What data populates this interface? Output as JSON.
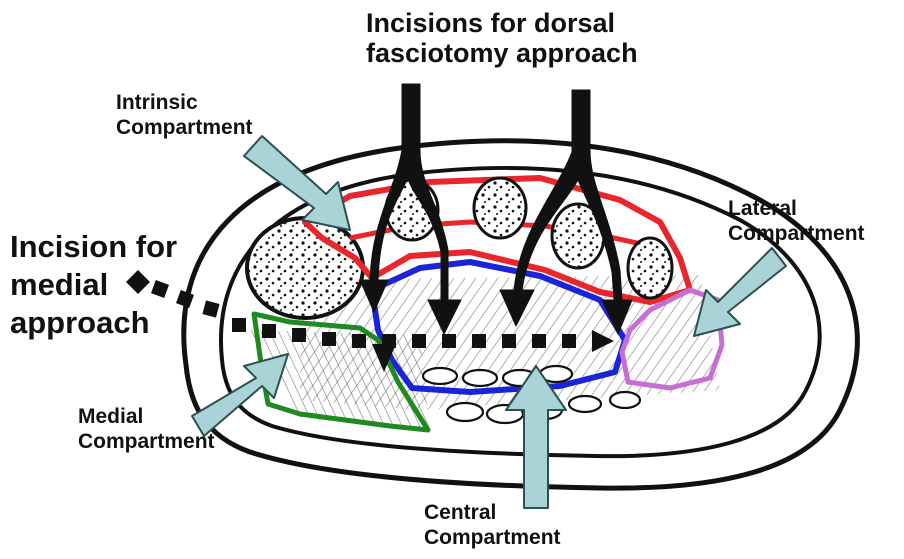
{
  "labels": {
    "dorsal": [
      "Incisions for dorsal",
      "fasciotomy approach"
    ],
    "medial_incision": [
      "Incision for",
      "medial",
      "approach"
    ],
    "intrinsic": [
      "Intrinsic",
      "Compartment"
    ],
    "lateral": [
      "Lateral",
      "Compartment"
    ],
    "medial": [
      "Medial",
      "Compartment"
    ],
    "central": [
      "Central",
      "Compartment"
    ]
  },
  "colors": {
    "intrinsic": "#e8262c",
    "central": "#1c24d8",
    "medial": "#1f8a1f",
    "lateral": "#c46fd1",
    "pointer_arrow": "#a9d3d6",
    "incision": "#111111"
  }
}
